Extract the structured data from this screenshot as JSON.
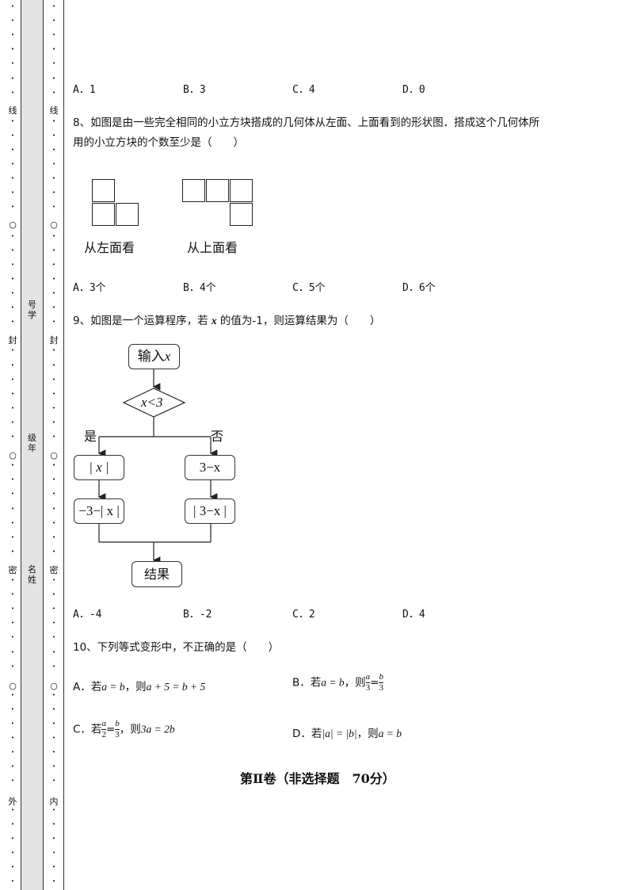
{
  "margin": {
    "outer_markers": [
      "线",
      "○",
      "封",
      "○",
      "密",
      "○",
      "外"
    ],
    "inner_markers": [
      "线",
      "○",
      "封",
      "○",
      "密",
      "○",
      "内"
    ],
    "fields": [
      "号学",
      "级年",
      "名姓"
    ]
  },
  "q7": {
    "options": [
      "A．1",
      "B．3",
      "C．4",
      "D．0"
    ]
  },
  "q8": {
    "line1": "8、如图是由一些完全相同的小立方块搭成的几何体从左面、上面看到的形状图．搭成这个几何体所",
    "line2": "用的小立方块的个数至少是（　　）",
    "caption_left": "从左面看",
    "caption_top": "从上面看",
    "options": [
      "A．3个",
      "B．4个",
      "C．5个",
      "D．6个"
    ]
  },
  "q9": {
    "prefix": "9、如图是一个运算程序，若 ",
    "var": "x",
    "suffix": " 的值为-1，则运算结果为（　　）",
    "flow": {
      "input": "输入",
      "input_var": "x",
      "cond": "x<3",
      "yes": "是",
      "no": "否",
      "left1": "| x |",
      "left2": "−3−| x |",
      "right1": "3−x",
      "right2": "| 3−x |",
      "result": "结果"
    },
    "options": [
      "A．-4",
      "B．-2",
      "C．2",
      "D．4"
    ]
  },
  "q10": {
    "stem": "10、下列等式变形中，不正确的是（　　）",
    "A": {
      "label": "A．若",
      "cond": "a = b",
      "mid": "，则",
      "res": "a + 5 = b + 5"
    },
    "B": {
      "label": "B．若",
      "cond": "a = b",
      "mid": "，则",
      "num1": "a",
      "den1": "3",
      "eq": "=",
      "num2": "b",
      "den2": "3"
    },
    "C": {
      "label": "C．若",
      "num1": "a",
      "den1": "2",
      "eq": "=",
      "num2": "b",
      "den2": "3",
      "mid": "，则",
      "res": "3a = 2b"
    },
    "D": {
      "label": "D．若",
      "cond": "|a| = |b|",
      "mid": "，则",
      "res": "a = b"
    }
  },
  "section_title": "第Ⅱ卷（非选择题　70分）"
}
